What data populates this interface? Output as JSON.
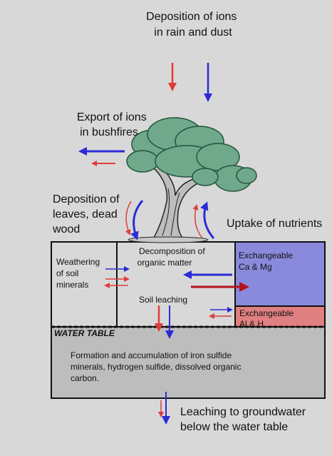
{
  "title_lines": [
    "Deposition of ions",
    "in rain and dust"
  ],
  "export_lines": [
    "Export of ions",
    "in bushfires"
  ],
  "leaves_lines": [
    "Deposition of",
    "leaves, dead",
    "wood"
  ],
  "uptake_label": "Uptake of nutrients",
  "weathering_lines": [
    "Weathering",
    "of soil",
    "minerals"
  ],
  "decomposition_lines": [
    "Decomposition of",
    "organic matter"
  ],
  "exchangeable_ca_lines": [
    "Exchangeable",
    "Ca & Mg"
  ],
  "exchangeable_al_lines": [
    "Exchangeable",
    "Al & H"
  ],
  "soil_leaching_label": "Soil leaching",
  "water_table_label": "WATER TABLE",
  "formation_lines": [
    "Formation and accumulation of iron sulfide",
    "minerals, hydrogen sulfide, dissolved organic",
    "carbon."
  ],
  "groundwater_lines": [
    "Leaching to groundwater",
    "below the water table"
  ],
  "colors": {
    "background": "#d8d8d8",
    "red_arrow": "#e03c3c",
    "blue_arrow": "#2b2bd6",
    "dark_red_arrow": "#b3121a",
    "ca_mg_box": "#8a8adc",
    "al_h_box": "#e08080",
    "water_table_zone": "#bdbdbd",
    "soil_zone": "#d8d8d8",
    "tree_foliage": "#6fa88a",
    "tree_trunk": "#bdbdbd"
  }
}
